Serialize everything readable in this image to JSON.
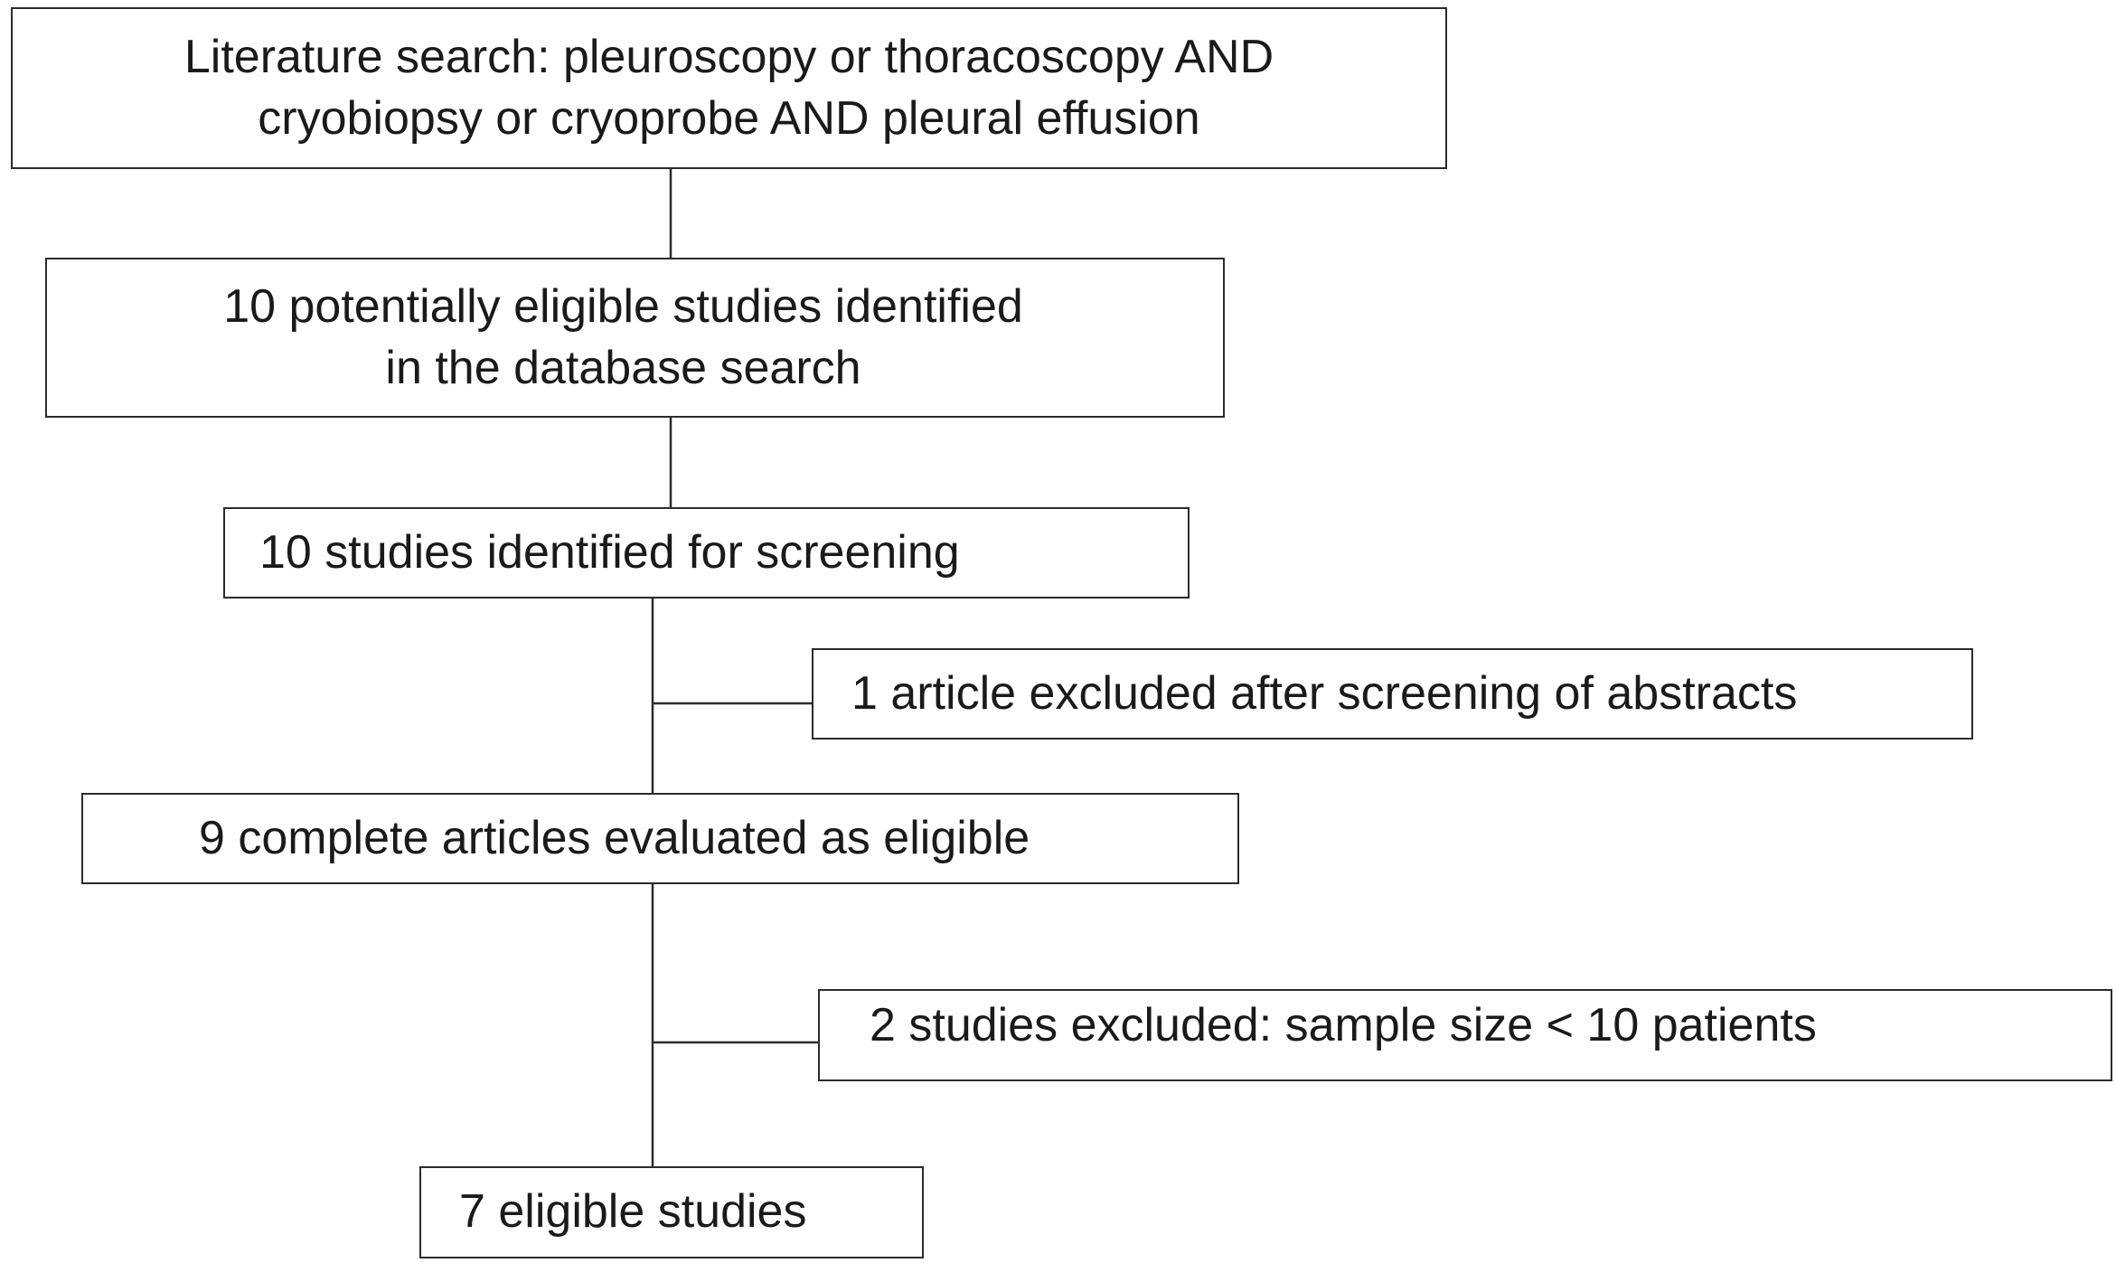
{
  "flowchart": {
    "step1": {
      "line1": "Literature search: pleuroscopy or thoracoscopy AND",
      "line2": "cryobiopsy or cryoprobe AND pleural effusion"
    },
    "step2": {
      "line1": "10 potentially eligible studies identified",
      "line2": "in the database search"
    },
    "step3": "10 studies identified for screening",
    "exclusion1": "1 article excluded after screening of abstracts",
    "step4": "9 complete articles evaluated as eligible",
    "exclusion2": "2 studies excluded: sample size < 10 patients",
    "step5": "7 eligible studies"
  },
  "colors": {
    "stroke": "#2b2b2b",
    "text": "#1a1a1a",
    "background": "#ffffff"
  }
}
